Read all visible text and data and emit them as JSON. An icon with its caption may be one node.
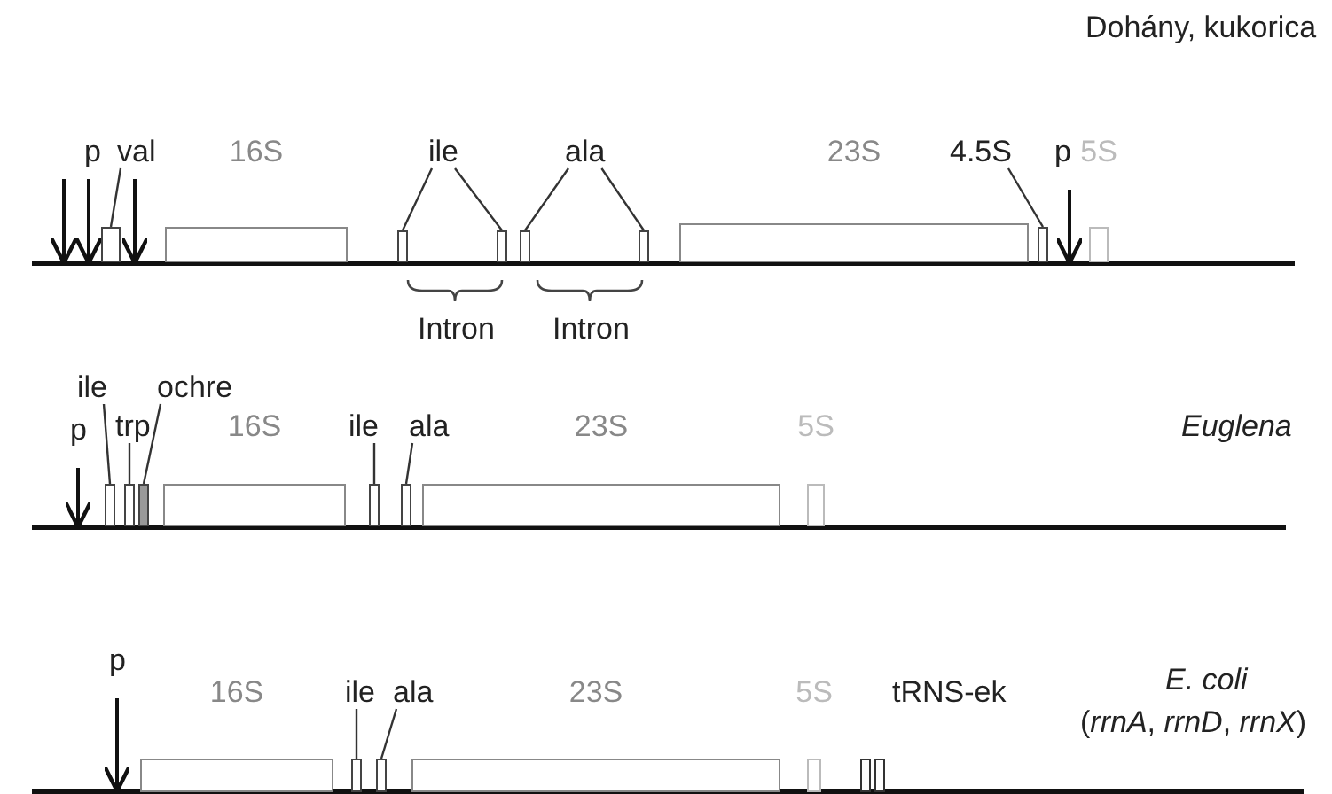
{
  "diagram": {
    "nodes": [
      {
        "text": [
          "val"
        ]
      },
      {
        "text": [],
        "shape": "box"
      },
      {
        "text": [
          "16S"
        ]
      },
      {
        "text": [
          "ile"
        ]
      },
      {
        "text": [],
        "shape": "box"
      },
      {
        "text": [],
        "shape": "box"
      },
      {
        "text": [
          "ala"
        ]
      },
      {
        "text": [],
        "shape": "box"
      },
      {
        "text": [],
        "shape": "box"
      },
      {
        "text": [
          "23S"
        ]
      },
      {
        "text": [
          "4.5S"
        ]
      },
      {
        "text": [],
        "shape": "box"
      },
      {
        "text": [
          "5S"
        ]
      },
      {
        "text": [
          "ile"
        ]
      },
      {
        "text": [],
        "shape": "box"
      },
      {
        "text": [
          "trp"
        ]
      },
      {
        "text": [],
        "shape": "box"
      },
      {
        "text": [
          "ochre"
        ]
      },
      {
        "text": [],
        "shape": "box"
      },
      {
        "text": [
          "16S"
        ]
      },
      {
        "text": [
          "ile"
        ]
      },
      {
        "text": [],
        "shape": "box"
      },
      {
        "text": [
          "ala"
        ]
      },
      {
        "text": [],
        "shape": "box"
      },
      {
        "text": [
          "23S"
        ]
      },
      {
        "text": [
          "5S"
        ]
      },
      {
        "text": [
          "16S"
        ]
      },
      {
        "text": [
          "ile"
        ]
      },
      {
        "text": [],
        "shape": "box"
      },
      {
        "text": [
          "ala"
        ]
      },
      {
        "text": [],
        "shape": "box"
      },
      {
        "text": [
          "23S"
        ]
      },
      {
        "text": [
          "5S"
        ]
      },
      {
        "text": [],
        "shape": "bar"
      },
      {
        "text": [],
        "shape": "bar"
      },
      {
        "text": [],
        "shape": "bar"
      },
      {
        "text": [
          "p"
        ]
      },
      {
        "text": [
          "p"
        ]
      },
      {
        "text": [
          "p"
        ]
      },
      {
        "text": [
          "p"
        ]
      }
    ],
    "edges": [
      {
        "from": 0,
        "to": 1,
        "arrow": "none"
      },
      {
        "from": 3,
        "to": 4,
        "arrow": "none"
      },
      {
        "from": 3,
        "to": 5,
        "arrow": "none"
      },
      {
        "from": 6,
        "to": 7,
        "arrow": "none"
      },
      {
        "from": 6,
        "to": 8,
        "arrow": "none"
      },
      {
        "from": 10,
        "to": 11,
        "arrow": "none"
      },
      {
        "from": 13,
        "to": 14,
        "arrow": "none"
      },
      {
        "from": 15,
        "to": 16,
        "arrow": "none"
      },
      {
        "from": 17,
        "to": 18,
        "arrow": "none"
      },
      {
        "from": 20,
        "to": 21,
        "arrow": "none"
      },
      {
        "from": 22,
        "to": 23,
        "arrow": "none"
      },
      {
        "from": 27,
        "to": 28,
        "arrow": "none"
      },
      {
        "from": 29,
        "to": 30,
        "arrow": "none"
      },
      {
        "from": 36,
        "to": 33,
        "arrow": "to"
      },
      {
        "from": 36,
        "to": 33,
        "arrow": "to"
      },
      {
        "from": 36,
        "to": 33,
        "arrow": "to"
      },
      {
        "from": 37,
        "to": 33,
        "arrow": "to"
      },
      {
        "from": 38,
        "to": 34,
        "arrow": "to"
      },
      {
        "from": 39,
        "to": 35,
        "arrow": "to"
      }
    ],
    "labels": [
      "Dohány, kukorica",
      "Intron",
      "Intron",
      "Euglena",
      "tRNS-ek",
      "E. coli",
      "(*rrnA*, *rrnD*, *rrnX*)"
    ]
  }
}
